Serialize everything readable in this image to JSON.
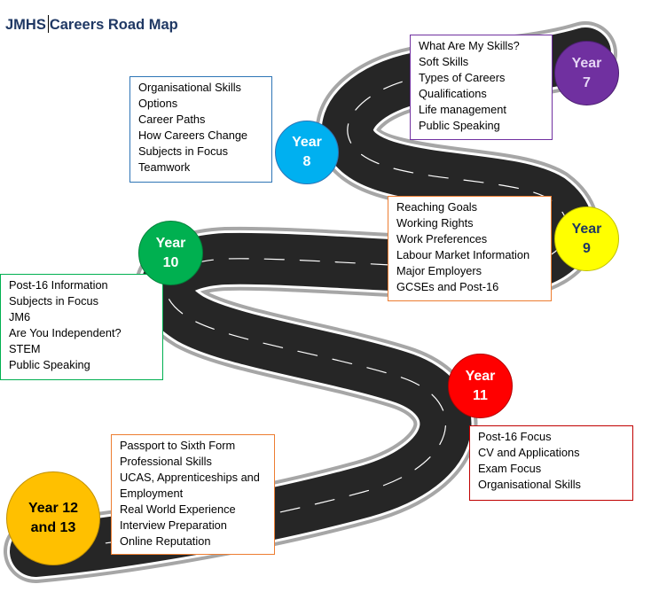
{
  "header": {
    "org": "JMHS",
    "title": "Careers Road Map"
  },
  "colors": {
    "title": "#1f3864",
    "year7": "#7030a0",
    "year8": "#00b0f0",
    "year9": "#ffff00",
    "year10": "#00b050",
    "year11": "#ff0000",
    "year12_13": "#ffc000"
  },
  "years": {
    "y7": {
      "line1": "Year",
      "line2": "7"
    },
    "y8": {
      "line1": "Year",
      "line2": "8"
    },
    "y9": {
      "line1": "Year",
      "line2": "9"
    },
    "y10": {
      "line1": "Year",
      "line2": "10"
    },
    "y11": {
      "line1": "Year",
      "line2": "11"
    },
    "y12": {
      "line1": "Year 12",
      "line2": "and 13"
    }
  },
  "topics": {
    "y7": [
      "What Are My Skills?",
      "Soft Skills",
      "Types of Careers",
      "Qualifications",
      "Life management",
      "Public Speaking"
    ],
    "y8": [
      "Organisational Skills",
      "Options",
      "Career Paths",
      "How Careers Change",
      "Subjects in Focus",
      "Teamwork"
    ],
    "y9": [
      "Reaching Goals",
      "Working Rights",
      "Work Preferences",
      "Labour Market Information",
      "Major Employers",
      "GCSEs and Post-16"
    ],
    "y10": [
      "Post-16 Information",
      "Subjects in Focus",
      "JM6",
      "Are You Independent?",
      "STEM",
      "Public Speaking"
    ],
    "y11": [
      "Post-16 Focus",
      "CV and Applications",
      "Exam Focus",
      "Organisational Skills"
    ],
    "y12": [
      "Passport to Sixth Form",
      "Professional Skills",
      "UCAS, Apprenticeships and",
      "Employment",
      "Real World Experience",
      "Interview Preparation",
      "Online Reputation"
    ]
  }
}
